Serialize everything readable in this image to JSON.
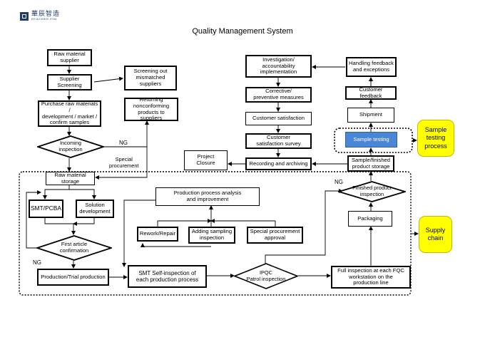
{
  "logo": {
    "name_cn": "華辰智造",
    "name_en": "HUACHEN FIM"
  },
  "title": "Quality Management System",
  "boxes": {
    "raw_material_supplier": "Raw material\nsupplier",
    "supplier_screening": "Supplier\nScreening",
    "screening_out": "Screening out\nmismatched\nsuppliers",
    "purchase": "Purchase raw materials /\ndevelopment / market /\nconfirm samples",
    "returning": "Returning\nnonconforming\nproducts to suppliers",
    "raw_material_storage": "Raw material\nstorage",
    "smt_pcba": "SMT/PCBA",
    "solution_development": "Solution\ndevelopment",
    "production_trial": "Production/Trial production",
    "smt_self_inspection": "SMT Self-inspection of\neach production process",
    "full_inspection": "Full inspection at each FQC\nworkstation on the\nproduction line",
    "packaging": "Packaging",
    "sample_storage": "Sample/finished\nproduct storage",
    "sample_testing": "Sample testing",
    "shipment": "Shipment",
    "customer_feedback": "Customer feedback",
    "handling_feedback": "Handling feedback\nand exceptions",
    "investigation": "Investigation/\naccountability\nimplementation",
    "corrective": "Corrective/\npreventive measures",
    "customer_satisfaction": "Customer satisfaction",
    "satisfaction_survey": "Customer\nsatisfaction survey",
    "recording_archiving": "Recording and archiving",
    "project_closure": "Project\nClosure",
    "process_analysis": "Production process analysis\nand improvement",
    "rework_repair": "Rework/Repair",
    "adding_sampling": "Adding sampling\ninspection",
    "special_approval": "Special procurement\napproval"
  },
  "diamonds": {
    "incoming_inspection": "Incoming\ninspection",
    "first_article": "First article\nconfirmation",
    "ipqc": "IPQC\nPatrol inspection",
    "finished_inspection": "Finished product\ninspection"
  },
  "labels": {
    "ng_incoming": "NG",
    "ng_first_article": "NG",
    "ng_finished": "NG",
    "special_procurement": "Special\nprocurement"
  },
  "callouts": {
    "sample_testing_process": "Sample\ntesting\nprocess",
    "supply_chain": "Supply\nchain"
  },
  "colors": {
    "callout_fill": "#ffff00",
    "sample_testing_fill": "#4a86d8",
    "logo": "#1f3a6e"
  }
}
